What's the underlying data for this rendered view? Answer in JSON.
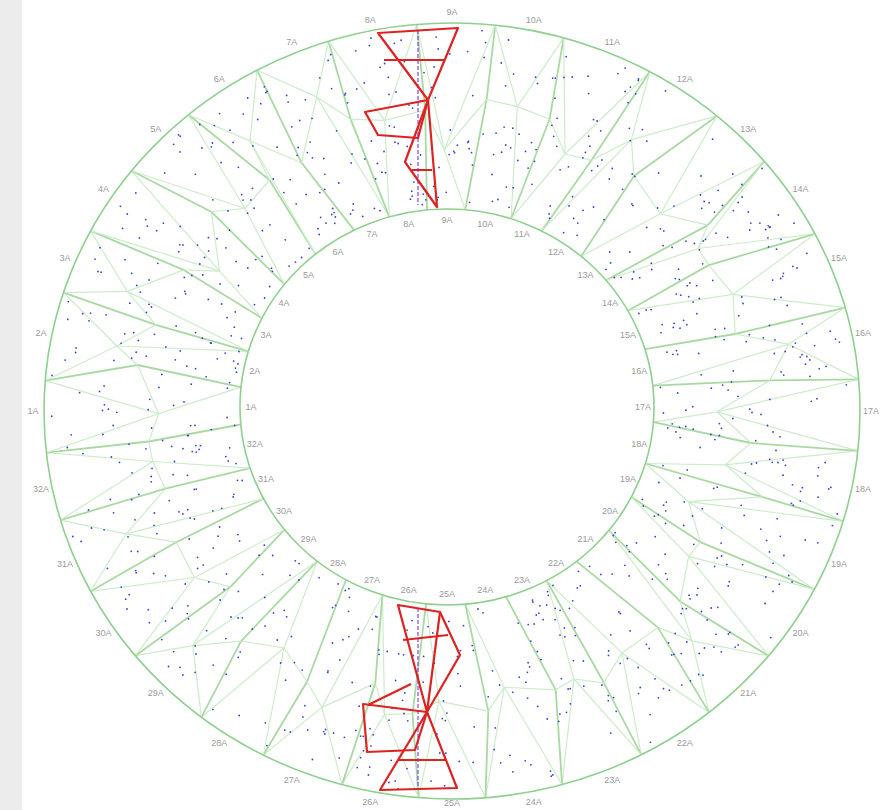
{
  "diagram": {
    "labels": [
      "1A",
      "2A",
      "3A",
      "4A",
      "5A",
      "6A",
      "7A",
      "8A",
      "9A",
      "10A",
      "11A",
      "12A",
      "13A",
      "14A",
      "15A",
      "16A",
      "17A",
      "18A",
      "19A",
      "20A",
      "21A",
      "22A",
      "23A",
      "24A",
      "25A",
      "26A",
      "27A",
      "28A",
      "29A",
      "30A",
      "31A",
      "32A",
      "1A",
      "2A",
      "3A",
      "4A",
      "5A",
      "6A",
      "7A",
      "8A",
      "9A",
      "10A",
      "11A",
      "12A",
      "13A",
      "14A",
      "15A",
      "16A",
      "17A",
      "18A",
      "19A",
      "20A",
      "21A",
      "22A",
      "23A",
      "24A",
      "25A",
      "26A",
      "27A",
      "28A",
      "29A",
      "30A",
      "31A",
      "32A"
    ]
  }
}
